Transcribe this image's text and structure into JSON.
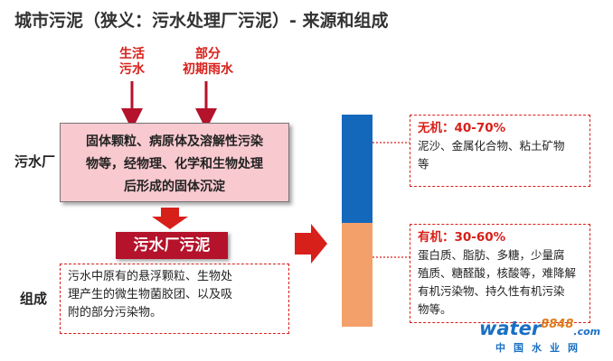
{
  "title": "城市污泥（狭义：污水处理厂污泥）- 来源和组成",
  "sources": [
    {
      "line1": "生活",
      "line2": "污水"
    },
    {
      "line1": "部分",
      "line2": "初期雨水"
    }
  ],
  "plant_label": "污水厂",
  "composition_label": "组成",
  "process_lines": [
    "固体颗粒、病原体及溶解性污染",
    "物等，经物理、化学和生物处理",
    "后形成的固体沉淀"
  ],
  "sludge_tag": "污水厂污泥",
  "composition_lines": [
    "污水中原有的悬浮颗粒、生物处",
    "理产生的微生物菌胶团、以及吸",
    "附的部分污染物。"
  ],
  "inorganic": {
    "title": "无机：40-70%",
    "lines": [
      "泥沙、金属化合物、粘土矿物",
      "等"
    ],
    "color": "#1468bb"
  },
  "organic": {
    "title": "有机：30-60%",
    "lines": [
      "蛋白质、脂肪、多糖，少量腐",
      "殖质、糖醛酸，核酸等，难降解",
      "有机污染物、持久性有机污染",
      "物等。"
    ],
    "color": "#f4a06a"
  },
  "colors": {
    "accent": "#d8201a",
    "process_fill": "#f8c9cf",
    "tag_fill": "#b5122b"
  },
  "watermark": {
    "part1": "water",
    "part2": "8848",
    "part3": ".com",
    "cn": "中国水业网"
  }
}
